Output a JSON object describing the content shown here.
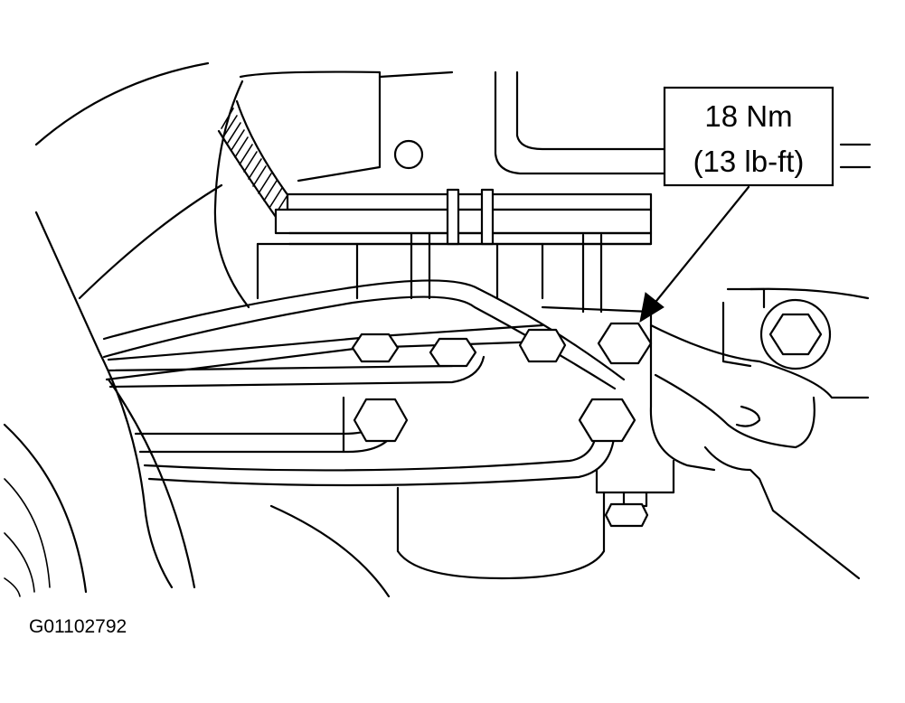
{
  "callout": {
    "torque_metric": "18 Nm",
    "torque_imperial": "(13 lb-ft)"
  },
  "figure_id": "G01102792"
}
